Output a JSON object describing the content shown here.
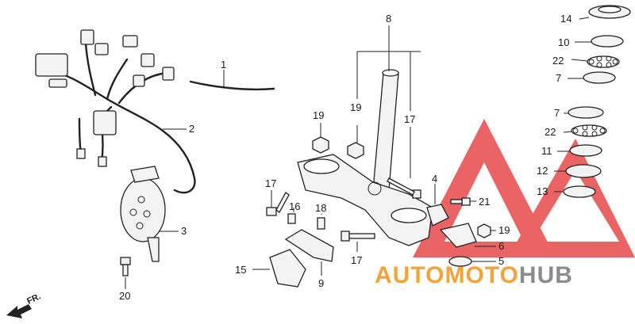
{
  "diagram": {
    "callouts": {
      "c1": "1",
      "c2": "2",
      "c3": "3",
      "c4": "4",
      "c5": "5",
      "c6": "6",
      "c7a": "7",
      "c7b": "7",
      "c8": "8",
      "c9": "9",
      "c10": "10",
      "c11": "11",
      "c12": "12",
      "c13": "13",
      "c14": "14",
      "c15": "15",
      "c16": "16",
      "c17a": "17",
      "c17b": "17",
      "c17c": "17",
      "c18": "18",
      "c19a": "19",
      "c19b": "19",
      "c19c": "19",
      "c20": "20",
      "c21": "21",
      "c22a": "22",
      "c22b": "22"
    },
    "direction_label": "FR."
  },
  "watermark": {
    "word1": "AUTO",
    "word2": "MOTO",
    "word3": "HUB",
    "color_red": "#e8494a",
    "color_orange": "#f2a33a",
    "color_gray": "#8c8c8c"
  }
}
